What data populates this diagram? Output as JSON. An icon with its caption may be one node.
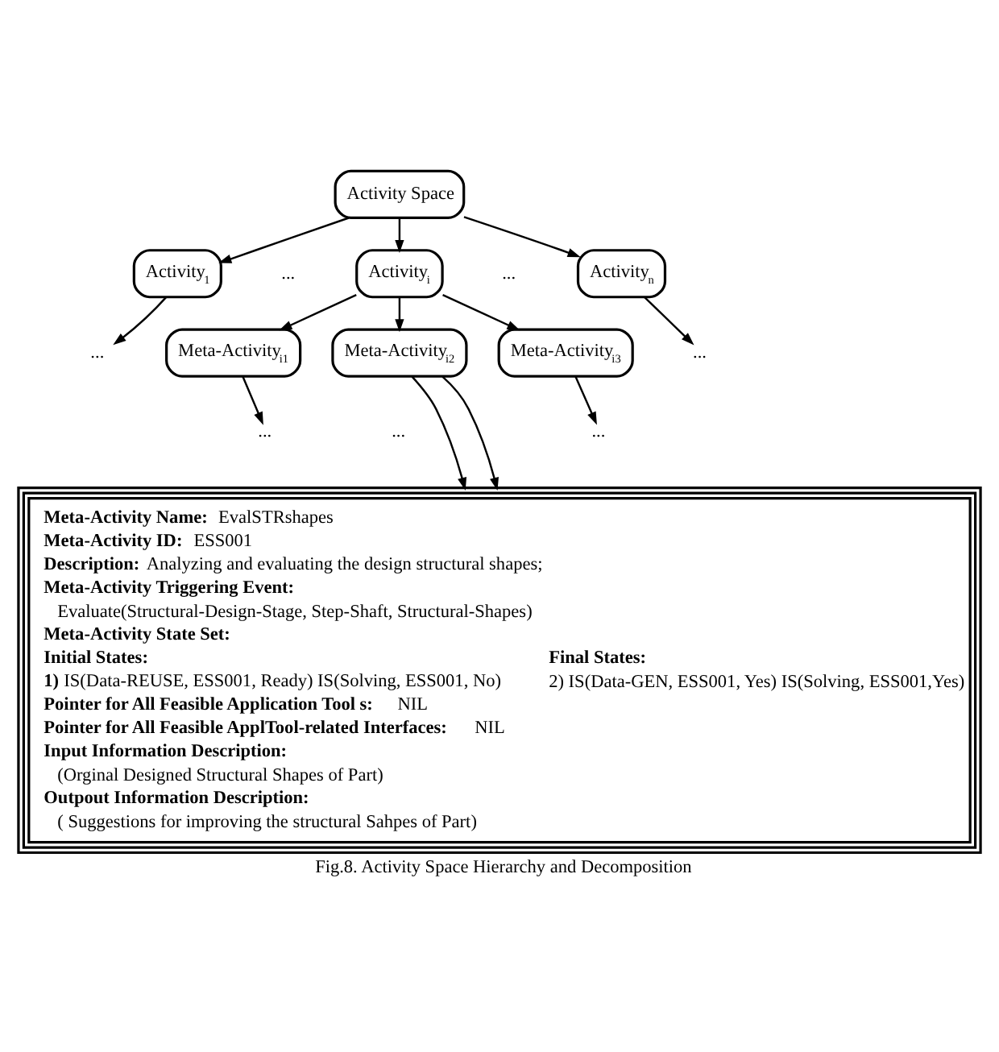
{
  "diagram": {
    "caption": "Fig.8. Activity Space Hierarchy and Decomposition",
    "nodes": [
      {
        "text": [
          "Activity Space"
        ]
      },
      {
        "text": [
          "Activity$_{1}$"
        ]
      },
      {
        "text": [
          "Activity$_{i}$"
        ]
      },
      {
        "text": [
          "Activity$_{n}$"
        ]
      },
      {
        "text": [
          "..."
        ]
      },
      {
        "text": [
          "..."
        ]
      },
      {
        "text": [
          "Meta-Activity$_{i1}$"
        ]
      },
      {
        "text": [
          "Meta-Activity$_{i2}$"
        ]
      },
      {
        "text": [
          "Meta-Activity$_{i3}$"
        ]
      },
      {
        "text": [
          "..."
        ]
      },
      {
        "text": [
          "..."
        ]
      },
      {
        "text": [
          "**Meta-Activity Name:** EvalSTRshapes",
          "**Meta-Activity ID:** ESS001",
          "**Description:** Analyzing and evaluating the design structural shapes;",
          "Meta-Activity Triggering Event:",
          "Evaluate(Structural-Design-Stage, Step-Shaft, Structural-Shapes)",
          "Meta-Activity State Set:",
          "Initial States:",
          "Final States:",
          "**1)** IS(Data-REUSE, ESS001, Ready) IS(Solving, ESS001, No)",
          "2) IS(Data-GEN, ESS001, Yes) IS(Solving, ESS001,Yes)",
          "**Pointer for All Feasible Application Tool s:** NIL",
          "**Pointer for All Feasible ApplTool-related Interfaces:** NIL",
          "Input Information Description:",
          "(Orginal Designed Structural Shapes of Part)",
          "Outpout Information Description:",
          "( Suggestions for improving the structural Sahpes of Part)"
        ]
      }
    ],
    "edges": [
      {
        "from": 0,
        "to": 1,
        "arrow": "to"
      },
      {
        "from": 0,
        "to": 2,
        "arrow": "to"
      },
      {
        "from": 0,
        "to": 3,
        "arrow": "to"
      },
      {
        "from": 1,
        "to": 4,
        "arrow": "to"
      },
      {
        "from": 3,
        "to": 5,
        "arrow": "to"
      },
      {
        "from": 2,
        "to": 6,
        "arrow": "to"
      },
      {
        "from": 2,
        "to": 7,
        "arrow": "to"
      },
      {
        "from": 2,
        "to": 8,
        "arrow": "to"
      },
      {
        "from": 6,
        "to": 9,
        "arrow": "to"
      },
      {
        "from": 8,
        "to": 10,
        "arrow": "to"
      },
      {
        "from": 7,
        "to": 11,
        "arrow": "to"
      },
      {
        "from": 7,
        "to": 11,
        "arrow": "to"
      }
    ],
    "labels": [
      "...",
      "...",
      "..."
    ]
  }
}
